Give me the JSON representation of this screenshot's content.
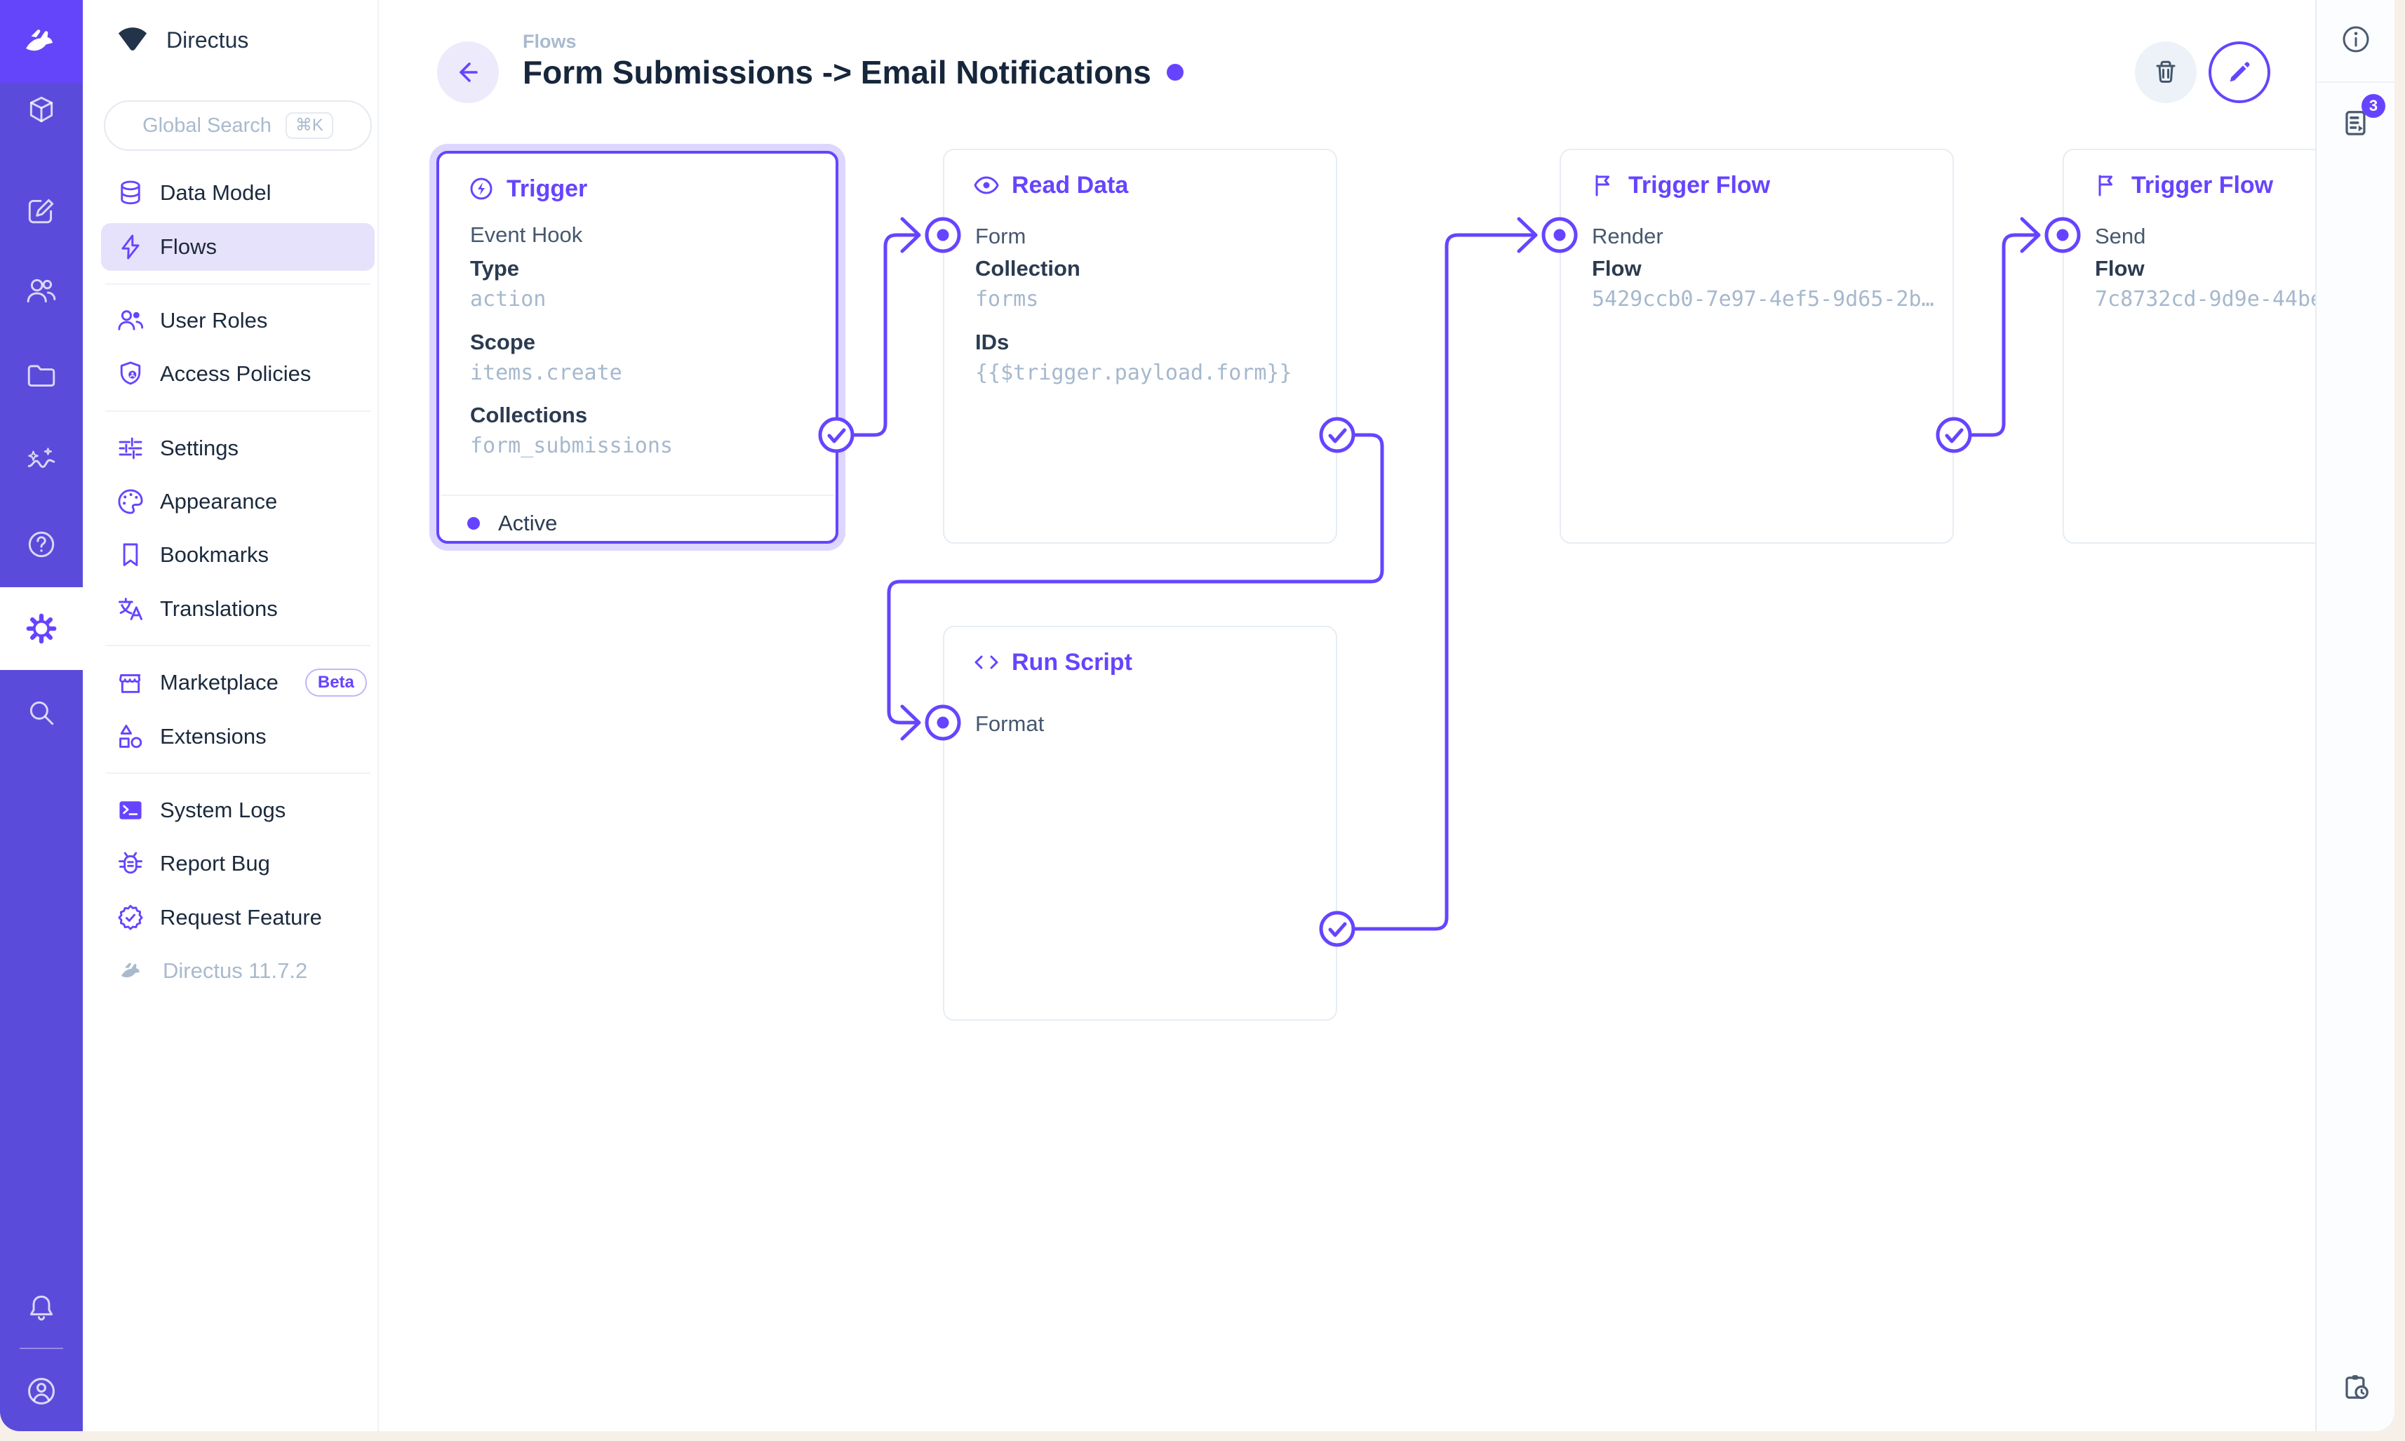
{
  "colors": {
    "accent": "#6644FF",
    "module_bar": "#5B4BDB",
    "logo_tile": "#6545FA",
    "nav_active_bg": "#E7E2FB",
    "frame_background": "#F6F0E8",
    "selected_halo": "rgba(102,68,255,0.22)",
    "muted_text": "#A9BACD",
    "dark_text": "#16263B"
  },
  "icons": {
    "module_bar": [
      "directus-rabbit-logo",
      "box-icon",
      "edit-square-icon",
      "people-icon",
      "folder-icon",
      "insights-icon",
      "help-circle-icon",
      "settings-gear-icon",
      "search-icon",
      "bell-icon",
      "account-circle-icon"
    ],
    "sidebar": [
      "project-fan-logo",
      "database-icon",
      "bolt-icon",
      "people-icon",
      "shield-user-icon",
      "tune-sliders-icon",
      "palette-icon",
      "bookmark-icon",
      "translate-icon",
      "storefront-icon",
      "shapes-icon",
      "terminal-icon",
      "bug-icon",
      "seal-check-icon",
      "rabbit-icon"
    ],
    "header": [
      "arrow-left-icon",
      "trash-icon",
      "pencil-icon"
    ],
    "right_sidebar": [
      "info-circle-icon",
      "log-document-icon",
      "clipboard-clock-icon"
    ],
    "nodes": [
      "bolt-circle-icon",
      "eye-icon",
      "flag-icon",
      "code-brackets-icon"
    ],
    "connectors": [
      "check-circle-icon",
      "dot-circle-icon",
      "arrow-chevron-icon"
    ]
  },
  "sidebar": {
    "project_name": "Directus",
    "search": {
      "placeholder": "Global Search",
      "shortcut": "⌘K"
    },
    "groups": [
      {
        "items": [
          {
            "label": "Data Model"
          },
          {
            "label": "Flows",
            "active": true
          }
        ]
      },
      {
        "items": [
          {
            "label": "User Roles"
          },
          {
            "label": "Access Policies"
          }
        ]
      },
      {
        "items": [
          {
            "label": "Settings"
          },
          {
            "label": "Appearance"
          },
          {
            "label": "Bookmarks"
          },
          {
            "label": "Translations"
          }
        ]
      },
      {
        "items": [
          {
            "label": "Marketplace",
            "badge": "Beta"
          },
          {
            "label": "Extensions"
          }
        ]
      },
      {
        "items": [
          {
            "label": "System Logs"
          },
          {
            "label": "Report Bug"
          },
          {
            "label": "Request Feature"
          }
        ]
      }
    ],
    "version": "Directus 11.7.2"
  },
  "header": {
    "breadcrumb": "Flows",
    "title": "Form Submissions -> Email Notifications"
  },
  "right_sidebar": {
    "notifications_count": "3"
  },
  "flow": {
    "nodes": [
      {
        "type_label": "Trigger",
        "name": "Event Hook",
        "fields": [
          {
            "label": "Type",
            "value": "action"
          },
          {
            "label": "Scope",
            "value": "items.create"
          },
          {
            "label": "Collections",
            "value": "form_submissions"
          }
        ],
        "status": "Active",
        "selected": true
      },
      {
        "type_label": "Read Data",
        "name": "Form",
        "fields": [
          {
            "label": "Collection",
            "value": "forms"
          },
          {
            "label": "IDs",
            "value": "{{$trigger.payload.form}}"
          }
        ]
      },
      {
        "type_label": "Trigger Flow",
        "name": "Render",
        "fields": [
          {
            "label": "Flow",
            "value": "5429ccb0-7e97-4ef5-9d65-2b…"
          }
        ]
      },
      {
        "type_label": "Trigger Flow",
        "name": "Send",
        "fields": [
          {
            "label": "Flow",
            "value": "7c8732cd-9d9e-44be"
          }
        ]
      },
      {
        "type_label": "Run Script",
        "name": "Format",
        "fields": []
      }
    ]
  }
}
